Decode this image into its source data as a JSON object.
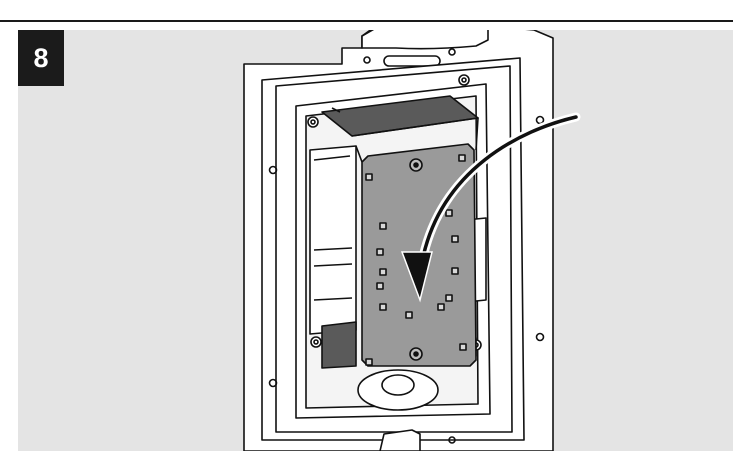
{
  "step": {
    "number": "8"
  },
  "colors": {
    "page_background": "#ffffff",
    "panel_background": "#e4e4e4",
    "badge_background": "#1b1b1b",
    "badge_text": "#ffffff",
    "module_fill": "#9a9a9a",
    "line": "#111111"
  },
  "illustration": {
    "arrow_direction": "curved-down",
    "mounting_holes": 4,
    "module_square_markers": 16
  }
}
